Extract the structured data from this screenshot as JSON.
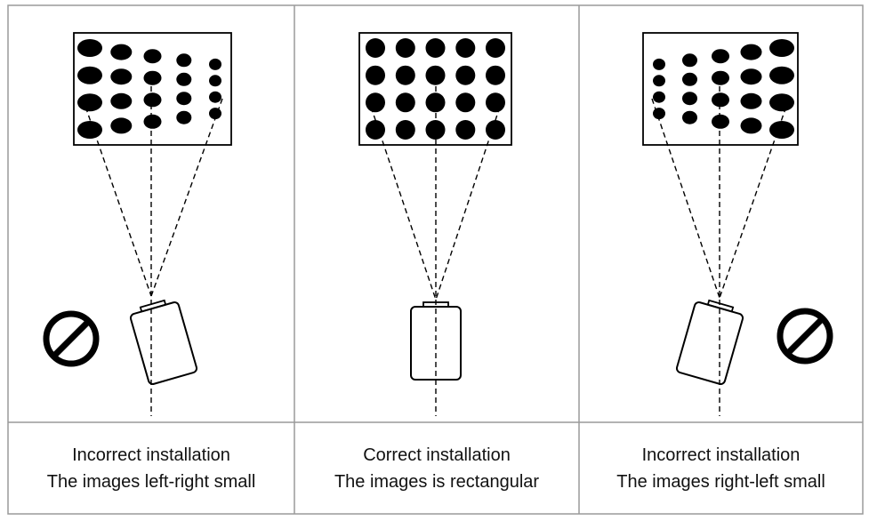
{
  "panels": [
    {
      "id": "left",
      "status": "incorrect",
      "prohibited": true,
      "camera_tilt_deg": -16,
      "dot_gradient": "large-to-small",
      "caption_line1": "Incorrect installation",
      "caption_line2": "The images left-right small"
    },
    {
      "id": "center",
      "status": "correct",
      "prohibited": false,
      "camera_tilt_deg": 0,
      "dot_gradient": "uniform",
      "caption_line1": "Correct installation",
      "caption_line2": "The images is rectangular"
    },
    {
      "id": "right",
      "status": "incorrect",
      "prohibited": true,
      "camera_tilt_deg": 16,
      "dot_gradient": "small-to-large",
      "caption_line1": "Incorrect installation",
      "caption_line2": "The images right-left small"
    }
  ],
  "icons": {
    "prohibited": "prohibited-icon",
    "camera": "camera-icon",
    "projection": "projection-rays"
  },
  "colors": {
    "line": "#000000",
    "border": "#9a9a9a",
    "background": "#ffffff"
  }
}
